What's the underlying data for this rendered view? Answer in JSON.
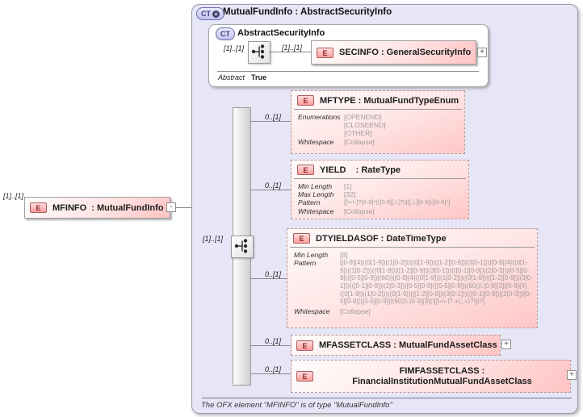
{
  "colors": {
    "container_bg": "#e6e6f7",
    "element_pink": "#ffc3c3",
    "badge_red_border": "#aa5e5e",
    "badge_blue_border": "#6b6bab",
    "line_gray": "#8a8a8a"
  },
  "root": {
    "occ": "[1]..[1]",
    "badge": "E",
    "label": "MFINFO  : MutualFundInfo",
    "collapse": "-"
  },
  "container": {
    "badge": "CT",
    "title": "MutualFundInfo : AbstractSecurityInfo",
    "footer": "The OFX element \"MFINFO\" is of type \"MutualFundInfo\""
  },
  "base": {
    "badge": "CT",
    "title": "AbstractSecurityInfo",
    "occ_left": "[1]..[1]",
    "occ_right": "[1]..[1]",
    "secinfo": {
      "badge": "E",
      "label": "SECINFO : GeneralSecurityInfo",
      "expand": "+"
    },
    "abstract_name": "Abstract",
    "abstract_value": "True"
  },
  "seq_occ": "[1]..[1]",
  "children": [
    {
      "occ": "0..[1]",
      "badge": "E",
      "label": "MFTYPE : MutualFundTypeEnum",
      "facets": [
        {
          "name": "Enumerations",
          "value": "[OPENEND]"
        },
        {
          "name": "",
          "value": "[CLOSEEND]"
        },
        {
          "name": "",
          "value": "[OTHER]"
        },
        {
          "name": "Whitespace",
          "value": "[Collapse]"
        }
      ]
    },
    {
      "occ": "0..[1]",
      "badge": "E",
      "label": "YIELD    : RateType",
      "facets": [
        {
          "name": "Min Length",
          "value": "[1]"
        },
        {
          "name": "Max Length",
          "value": "[32]"
        },
        {
          "name": "Pattern",
          "value": "[[\\+\\-]?[0-9]*(([0-9][,\\.]?)|([,\\.][0-9]))[0-9]*]"
        },
        {
          "name": "Whitespace",
          "value": "[Collapse]"
        }
      ]
    },
    {
      "occ": "0..[1]",
      "badge": "E",
      "label": "DTYIELDASOF : DateTimeType",
      "facets": [
        {
          "name": "Min Length",
          "value": "[8]"
        },
        {
          "name": "Pattern",
          "value": "[[0-9]{4}((0[1-9])|(1[0-2]))((0[1-9])|([1-2][0-9])|(3[0-1]))|[0-9]{4}((0[1-9])|(1[0-2]))((0[1-9])|([1-2][0-9])|(3[0-1]))(([0-1][0-9])|(2[0-3]))[0-5][0-9](([0-5][0-9])|(60))|[0-9]{4}((0[1-9])|(1[0-2]))((0[1-9])|([1-2][0-9])|(3[0-1]))(([0-1][0-9])|(2[0-3]))[0-5][0-9](([0-5][0-9])|(60))\\.[0-9]{3}|[0-9]{4}((0[1-9])|(1[0-2]))((0[1-9])|([1-2][0-9])|(3[0-1]))(([0-1][0-9])|(2[0-3]))[0-5][0-9](([0-5][0-9])|(60))\\.[0-9]{3}(\\[[\\+\\-]?.+(:.+)?\\])?]"
        },
        {
          "name": "Whitespace",
          "value": "[Collapse]"
        }
      ]
    },
    {
      "occ": "0..[1]",
      "badge": "E",
      "label": "MFASSETCLASS : MutualFundAssetClass",
      "expand": "+"
    },
    {
      "occ": "0..[1]",
      "badge": "E",
      "label": "FIMFASSETCLASS : FinancialInstitutionMutualFundAssetClass",
      "expand": "+"
    }
  ]
}
